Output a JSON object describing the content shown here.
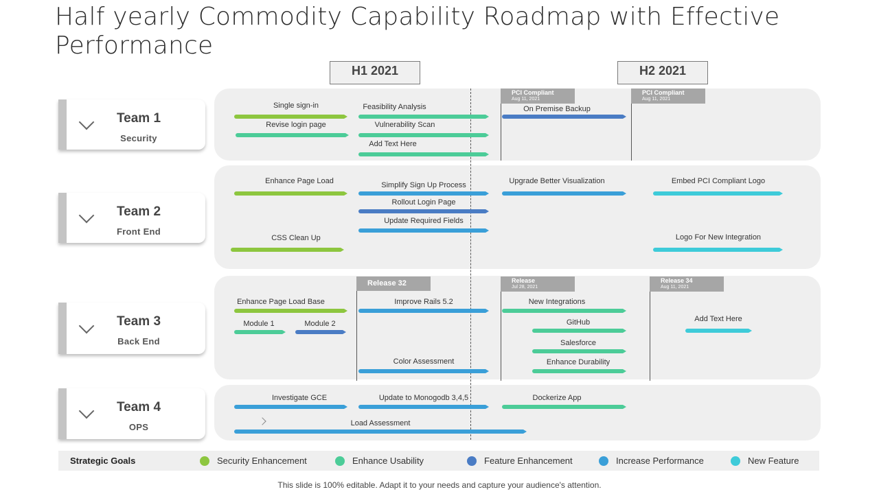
{
  "title": "Half yearly Commodity Capability Roadmap with Effective Performance",
  "periods": [
    "H1 2021",
    "H2 2021"
  ],
  "teams": [
    {
      "name": "Team 1",
      "sub": "Security"
    },
    {
      "name": "Team 2",
      "sub": "Front End"
    },
    {
      "name": "Team 3",
      "sub": "Back End"
    },
    {
      "name": "Team 4",
      "sub": "OPS"
    }
  ],
  "colors": {
    "security": "#8dc63f",
    "usability": "#4ccc98",
    "feature": "#4a7cc4",
    "performance": "#3a9fd8",
    "new": "#3ecbd9"
  },
  "markers": {
    "t1_pci1": {
      "label": "PCI Compliant",
      "date": "Aug 11, 2021"
    },
    "t1_pci2": {
      "label": "PCI Compliant",
      "date": "Aug 11, 2021"
    },
    "t3_rel32": {
      "label": "Release 32"
    },
    "t3_rel": {
      "label": "Release",
      "date": "Jul 28, 2021"
    },
    "t3_rel34": {
      "label": "Release 34",
      "date": "Aug 11, 2021"
    }
  },
  "tasks": {
    "t1_sso": "Single sign-in",
    "t1_revise": "Revise login page",
    "t1_feas": "Feasibility Analysis",
    "t1_vuln": "Vulnerability Scan",
    "t1_addtext": "Add Text Here",
    "t1_onprem": "On Premise Backup",
    "t2_epl": "Enhance Page Load",
    "t2_css": "CSS Clean Up",
    "t2_simplify": "Simplify Sign Up Process",
    "t2_rollout": "Rollout Login Page",
    "t2_update": "Update Required Fields",
    "t2_upgrade": "Upgrade Better Visualization",
    "t2_embed": "Embed PCI Compliant Logo",
    "t2_logo": "Logo For New Integration",
    "t3_eplb": "Enhance Page Load Base",
    "t3_mod1": "Module 1",
    "t3_mod2": "Module 2",
    "t3_rails": "Improve Rails 5.2",
    "t3_color": "Color Assessment",
    "t3_newint": "New Integrations",
    "t3_github": "GitHub",
    "t3_sales": "Salesforce",
    "t3_durab": "Enhance Durability",
    "t3_addtext": "Add Text Here",
    "t4_gce": "Investigate GCE",
    "t4_mongo": "Update to Monogodb 3,4,5",
    "t4_docker": "Dockerize App",
    "t4_load": "Load Assessment"
  },
  "legend": {
    "heading": "Strategic Goals",
    "items": [
      "Security Enhancement",
      "Enhance Usability",
      "Feature Enhancement",
      "Increase Performance",
      "New Feature"
    ]
  },
  "footer": "This slide is 100% editable. Adapt it to your needs and capture your audience's attention."
}
